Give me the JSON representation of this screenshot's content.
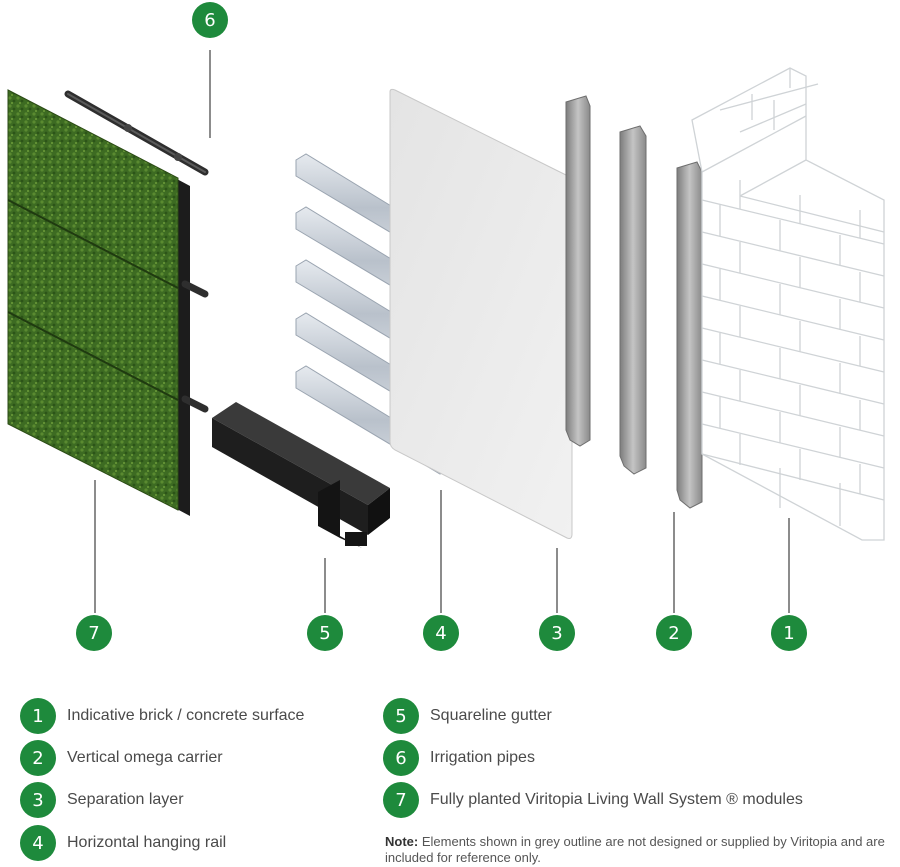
{
  "callouts": [
    {
      "number": "6"
    },
    {
      "number": "7"
    },
    {
      "number": "5"
    },
    {
      "number": "4"
    },
    {
      "number": "3"
    },
    {
      "number": "2"
    },
    {
      "number": "1"
    }
  ],
  "legend": [
    {
      "number": "1",
      "label": "Indicative brick / concrete surface"
    },
    {
      "number": "2",
      "label": "Vertical omega carrier"
    },
    {
      "number": "3",
      "label": "Separation layer"
    },
    {
      "number": "4",
      "label": "Horizontal hanging rail"
    },
    {
      "number": "5",
      "label": "Squareline gutter"
    },
    {
      "number": "6",
      "label": "Irrigation pipes"
    },
    {
      "number": "7",
      "label": "Fully planted Viritopia Living Wall System ® modules"
    }
  ],
  "note": {
    "label": "Note:",
    "text": "Elements shown in grey outline are not designed or supplied by Viritopia and are included for reference only."
  },
  "colors": {
    "badge": "#1e8a3c",
    "greenery": "#3d6b22",
    "module_back": "#1c1c1c",
    "rail": "#c6cdd6",
    "carrier": "#9a9a9a",
    "brick_outline": "#cfd3d6"
  }
}
